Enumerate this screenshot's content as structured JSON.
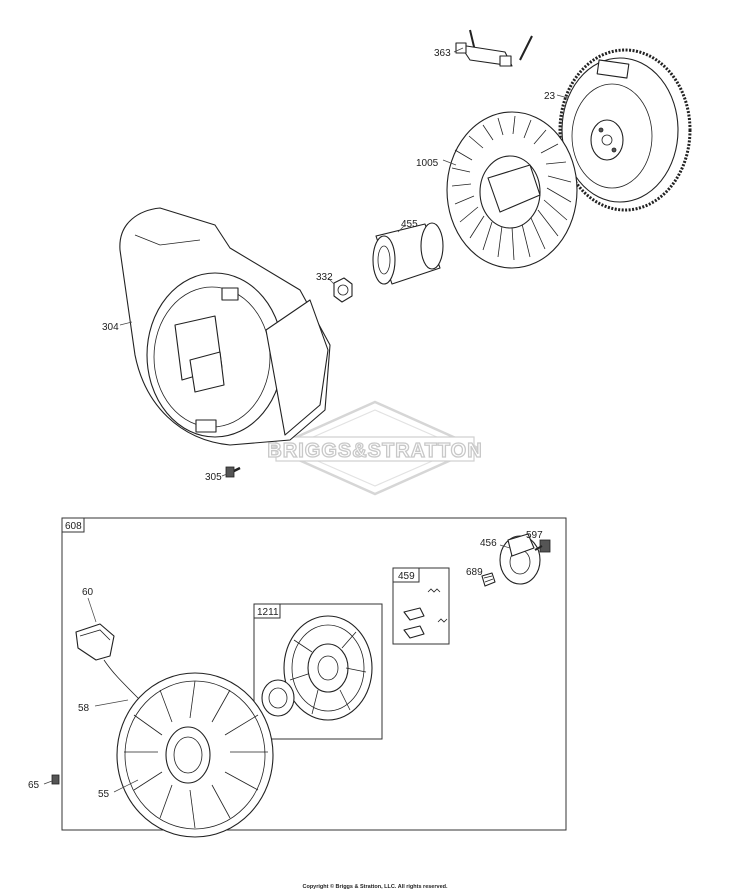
{
  "watermark": "BRIGGS&STRATTON",
  "copyright": "Copyright © Briggs & Stratton, LLC. All rights reserved.",
  "callouts": {
    "p363": "363",
    "p23": "23",
    "p1005": "1005",
    "p455": "455",
    "p332": "332",
    "p304": "304",
    "p305": "305",
    "p60": "60",
    "p58": "58",
    "p65": "65",
    "p55": "55",
    "p456": "456",
    "p597": "597",
    "p689": "689"
  },
  "boxes": {
    "b608": "608",
    "b1211": "1211",
    "b459": "459"
  }
}
